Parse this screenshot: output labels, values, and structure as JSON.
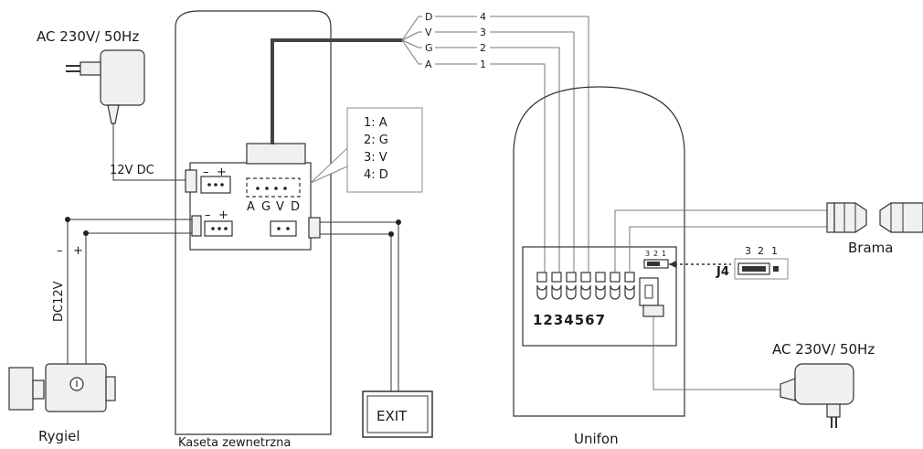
{
  "power_supply_left": {
    "label": "AC 230V/ 50Hz"
  },
  "power_supply_right": {
    "label": "AC 230V/ 50Hz"
  },
  "dc_label": "12V DC",
  "lock_supply_label": "DC12V",
  "lock_polarity": {
    "minus": "–",
    "plus": "+"
  },
  "lock_label": "Rygiel",
  "outdoor_unit_label": "Kaseta zewnetrzna",
  "indoor_unit_label": "Unifon",
  "exit_button_label": "EXIT",
  "gate_label": "Brama",
  "connector_polarity": {
    "minus": "–",
    "plus": "+"
  },
  "outdoor_pins": [
    "A",
    "G",
    "V",
    "D"
  ],
  "pin_legend": [
    "1:  A",
    "2: G",
    "3: V",
    "4: D"
  ],
  "wire_letters": [
    "D",
    "V",
    "G",
    "A"
  ],
  "wire_numbers": [
    "4",
    "3",
    "2",
    "1"
  ],
  "terminal_numbers": "1234567",
  "jumper": {
    "label": "J4",
    "pins": [
      "3",
      "2",
      "1"
    ],
    "small_pins": [
      "3",
      "2",
      "1"
    ]
  }
}
